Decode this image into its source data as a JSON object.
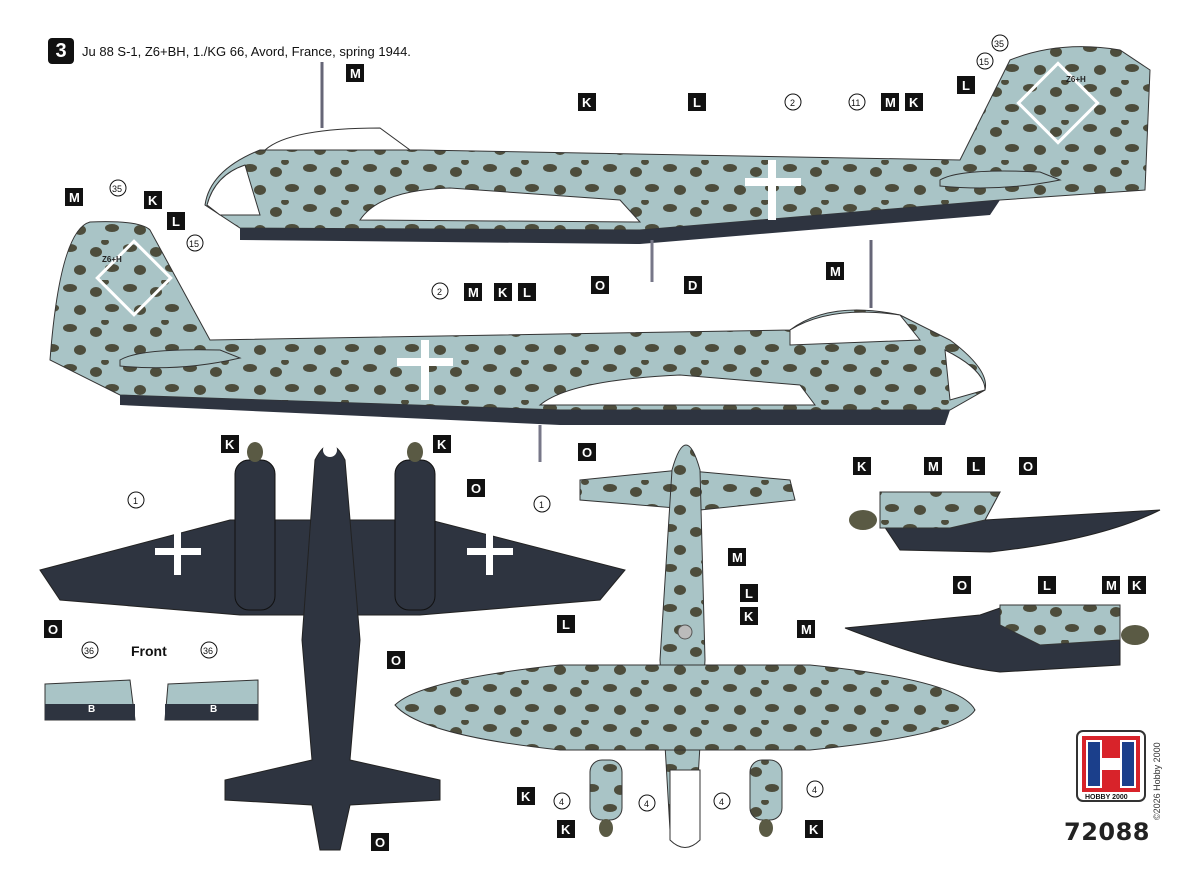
{
  "header": {
    "badge": "3",
    "caption": "Ju 88 S-1, Z6+BH, 1./KG 66, Avord, France, spring 1944."
  },
  "codes": {
    "fin_code": "Z6+H",
    "fin_code_alt": "Z6+H"
  },
  "front_label": "Front",
  "panel_letter": "B",
  "logo": {
    "letter": "H",
    "brand": "HOBBY 2000",
    "colors": {
      "red": "#d8232a",
      "blue": "#1b3f8b"
    }
  },
  "product_code": "72088",
  "copyright": "©2026 Hobby 2000",
  "colors": {
    "camo_base": "#a9c4c6",
    "camo_spot": "#4a4a3a",
    "underside": "#2e3440",
    "glass": "#ffffff"
  },
  "callouts": {
    "K": "K",
    "L": "L",
    "M": "M",
    "O": "O",
    "D": "D",
    "n1": "1",
    "n2": "2",
    "n4": "4",
    "n11": "11",
    "n15": "15",
    "n35": "35",
    "n36": "36"
  }
}
